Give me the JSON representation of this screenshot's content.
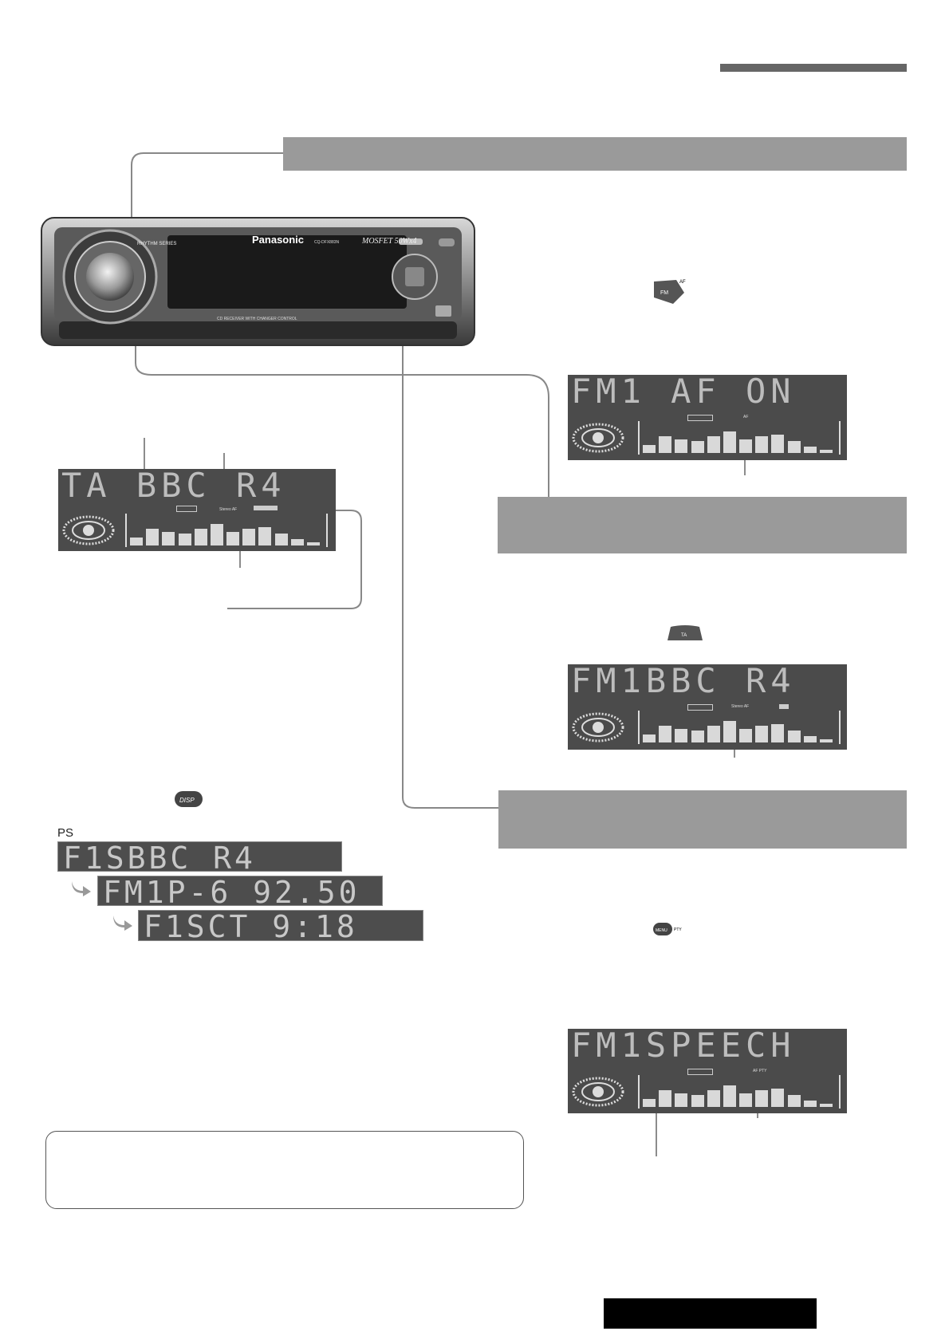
{
  "header": {
    "accent_color": "#666666"
  },
  "head_unit": {
    "brand": "Panasonic",
    "model": "CQ-DFX883N",
    "series": "RHYTHM SERIES",
    "power": "MOSFET 50Wx4",
    "caption": "CD RECEIVER WITH CHANGER CONTROL"
  },
  "displays": {
    "main": {
      "text": "TA BBC R4",
      "small1": "Stereo AF"
    },
    "af_on": {
      "text": "FM1 AF ON",
      "small1": "AF"
    },
    "bbc": {
      "text": "FM1BBC R4",
      "small1": "Stereo AF"
    },
    "speech": {
      "text": "FM1SPEECH",
      "small1": "AF PTY"
    }
  },
  "ps_section": {
    "label": "PS",
    "strips": [
      "F1SBBC R4",
      "FM1P-6 92.50",
      "F1SCT 9:18"
    ]
  },
  "buttons": {
    "fm_af": {
      "main": "FM",
      "small": "AF"
    },
    "ta": {
      "main": "TA"
    },
    "disp": {
      "main": "DISP"
    },
    "menu_pty": {
      "main": "MENU",
      "small": "PTY"
    }
  },
  "equalizer": {
    "levels": [
      0.25,
      0.55,
      0.45,
      0.4,
      0.55,
      0.7,
      0.45,
      0.55,
      0.6,
      0.4,
      0.2,
      0.1
    ]
  },
  "footer": {
    "tab_color": "#000000"
  }
}
